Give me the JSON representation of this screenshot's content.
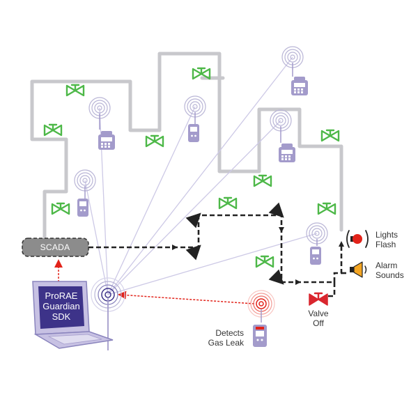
{
  "colors": {
    "pipe": "#c8c8cc",
    "valve_green": "#4db848",
    "valve_red": "#d9262e",
    "radio_ring": "#b9b5d6",
    "radio_line": "#cdc9e6",
    "device_purple": "#a39bcb",
    "alarm_red": "#e2231a",
    "alarm_orange": "#f5a623",
    "laptop_screen": "#3d3389",
    "laptop_body": "#c7c1e3",
    "scada_box": "#8c8c8c",
    "dashed_path": "#222222",
    "red_arrow": "#e2231a"
  },
  "labels": {
    "scada": "SCADA",
    "laptop_line1": "ProRAE",
    "laptop_line2": "Guardian",
    "laptop_line3": "SDK",
    "detects_line1": "Detects",
    "detects_line2": "Gas Leak",
    "valve_line1": "Valve",
    "valve_line2": "Off",
    "lights_line1": "Lights",
    "lights_line2": "Flash",
    "alarm_line1": "Alarm",
    "alarm_line2": "Sounds"
  },
  "icons": {
    "valve": "valve-icon",
    "wireless_monitor": "wireless-monitor-icon",
    "area_monitor": "area-monitor-icon",
    "warning_light": "warning-light-icon",
    "horn": "alarm-horn-icon",
    "laptop": "laptop-icon",
    "radio_hub": "wireless-hub-icon"
  }
}
